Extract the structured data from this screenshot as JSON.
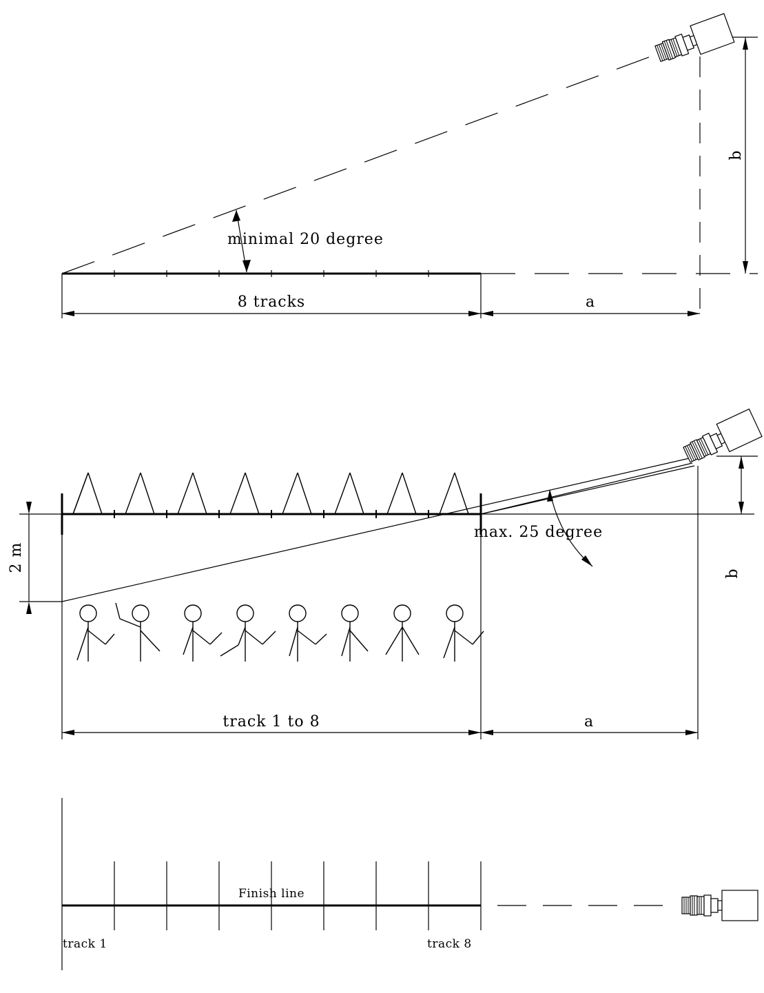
{
  "top_view": {
    "angle_label": "minimal 20 degree",
    "span_label": "8 tracks",
    "distance_label": "a",
    "height_label": "b"
  },
  "side_view": {
    "angle_label": "max. 25 degree",
    "span_label": "track 1 to 8",
    "distance_label": "a",
    "height_label": "b",
    "person_height_label": "2 m"
  },
  "plan_view": {
    "finish_label": "Finish line",
    "first_track_label": "track 1",
    "last_track_label": "track 8"
  }
}
